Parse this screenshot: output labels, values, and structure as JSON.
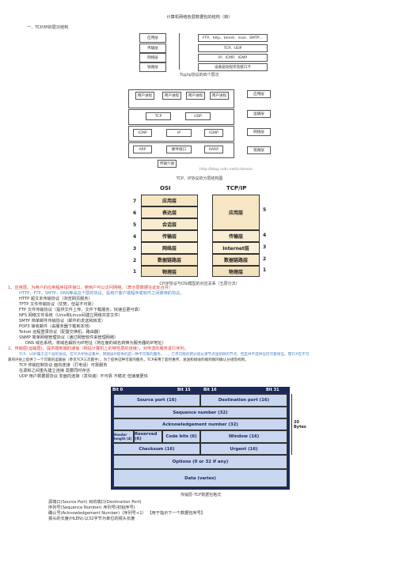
{
  "title": "计算机网络各层数据包的结构（转）",
  "section1": "一、TCP/IP的层次结构",
  "diagram1": {
    "layers": [
      "应用层",
      "传输层",
      "网络层",
      "链路层"
    ],
    "protocols": [
      "FTP、http、telnet、mail、SMTP…",
      "TCP、UDP",
      "IP、ICMP、IGMP",
      "设备驱动程序及接口卡"
    ],
    "caption": "Tcp/ip协议的四个层次"
  },
  "diagram2": {
    "app_boxes": [
      "用户进程",
      "用户进程",
      "用户进程",
      "用户进程"
    ],
    "mid": [
      "TCP",
      "UDP"
    ],
    "net": [
      "ICMP",
      "IP",
      "IGMP"
    ],
    "link": [
      "ARP",
      "硬件接口",
      "RARP"
    ],
    "media": "传输介质",
    "right_labels": [
      "应用层",
      "运输层",
      "网络层",
      "链路层"
    ],
    "watermark": "http://blog.csdn.net/Lnikeson",
    "caption": "TCP、IP协议的分层结构图"
  },
  "diagram3": {
    "osi_title": "OSI",
    "tcp_title": "TCP/IP",
    "osi_layers": [
      "应用层",
      "表达层",
      "会话层",
      "传输层",
      "网络层",
      "数据链路层",
      "物理层"
    ],
    "osi_nums": [
      "7",
      "6",
      "5",
      "4",
      "3",
      "2",
      "1"
    ],
    "tcp_layers": [
      "应用层",
      "传输层",
      "Internet层",
      "数据链路层",
      "物理层"
    ],
    "tcp_nums": [
      "5",
      "4",
      "3",
      "2",
      "1"
    ],
    "caption": "CP/IP协议与OSI模型的对应关系（五层分法）"
  },
  "lines": [
    {
      "text": "1、应用层。为用户的应用程序提供接口，使用户可以访问网络。（表示层数据在此处合并）",
      "cls": "red"
    },
    {
      "text": "HTTP，FTP，SMTP，DNS等是这个层的协议。是用户客户端程序或软件之间使用的协议。",
      "cls": "blue"
    },
    {
      "text": "HTTP 超文本传输协议（浏览网页服务）",
      "cls": ""
    },
    {
      "text": "TFTP 文件传输协议（优势，但是不可靠）",
      "cls": ""
    },
    {
      "text": "FTP 文件传输协议（提供文件上传、文件下载服务，快速且更可靠）",
      "cls": ""
    },
    {
      "text": "NFS 网络文件系统（Unix和Linux间建立网络共享文件）",
      "cls": ""
    },
    {
      "text": "SMTP 简单邮件传输协议（邮件的发送和转发）",
      "cls": ""
    },
    {
      "text": "POP3 接收邮件（由服务器下载到本地）",
      "cls": ""
    },
    {
      "text": "Telnet 远程登录协议（配置交换机、路由器）",
      "cls": ""
    },
    {
      "text": "SNMP 简单网络管理协议（通过网管软件来管理网络）",
      "cls": ""
    },
    {
      "text": "DNS 域名系统，将域名解析为IP地址（将在度的域名转换为服务器的IP地址）",
      "cls": ""
    },
    {
      "text": "2、传输层(运输层)。提供端到端的通信（网站计算机上的特性层的连接），对传送的服务进行序列。",
      "cls": "red"
    },
    {
      "text": "TCP、UDP属于这个层的协议。在TCP/IP协议集中，网络层IP提供的是一种不可靠的服务。...，它尽可能的把分组从源节点送到目的节点，但是并不提供任何可靠保证。而TCP在不可",
      "cls": "blue"
    },
    {
      "text": "靠的IP层上提供了一个可靠的运输层（参见TCP三次握手），为了提供这种可靠的服务，TCP采用了超时重传、发送和接收的端到端的确认分组等机制。",
      "cls": ""
    },
    {
      "text": "TCP 传输控制协议 面向连接（打电话）可靠服务",
      "cls": ""
    },
    {
      "text": "在源和之间重先建立连接 需要同时存活",
      "cls": ""
    },
    {
      "text": "UDP 用户数据报协议 非面向连接（发快递）不可靠 不稳定 但速度更快",
      "cls": ""
    }
  ],
  "tcp_header": {
    "bits": [
      "Bit 0",
      "Bit 15",
      "Bit 16",
      "Bit 31"
    ],
    "fields": [
      "Source port (16)",
      "Destination port (16)",
      "Sequence number (32)",
      "Acknowledgement number (32)",
      "Header length (4)",
      "Reserved (6)",
      "Code bits (6)",
      "Window (16)",
      "Checksum (16)",
      "Urgent (16)",
      "Options (0 or 32 if any)",
      "Data (varies)"
    ],
    "size_label": "20 Bytes",
    "caption": "传输层-TCP数据包格式"
  },
  "footer_lines": [
    "源端口(Source Port) 目的端口(Destination Port)",
    "序列号(Sequence Number) 序列号(初始序号)",
    "确认号(Acknowledgement Number)（序列号+1）  【用于指示下一个数据包序号】",
    "报头的长度(HLEN):以32字节为单位的报头长度"
  ]
}
